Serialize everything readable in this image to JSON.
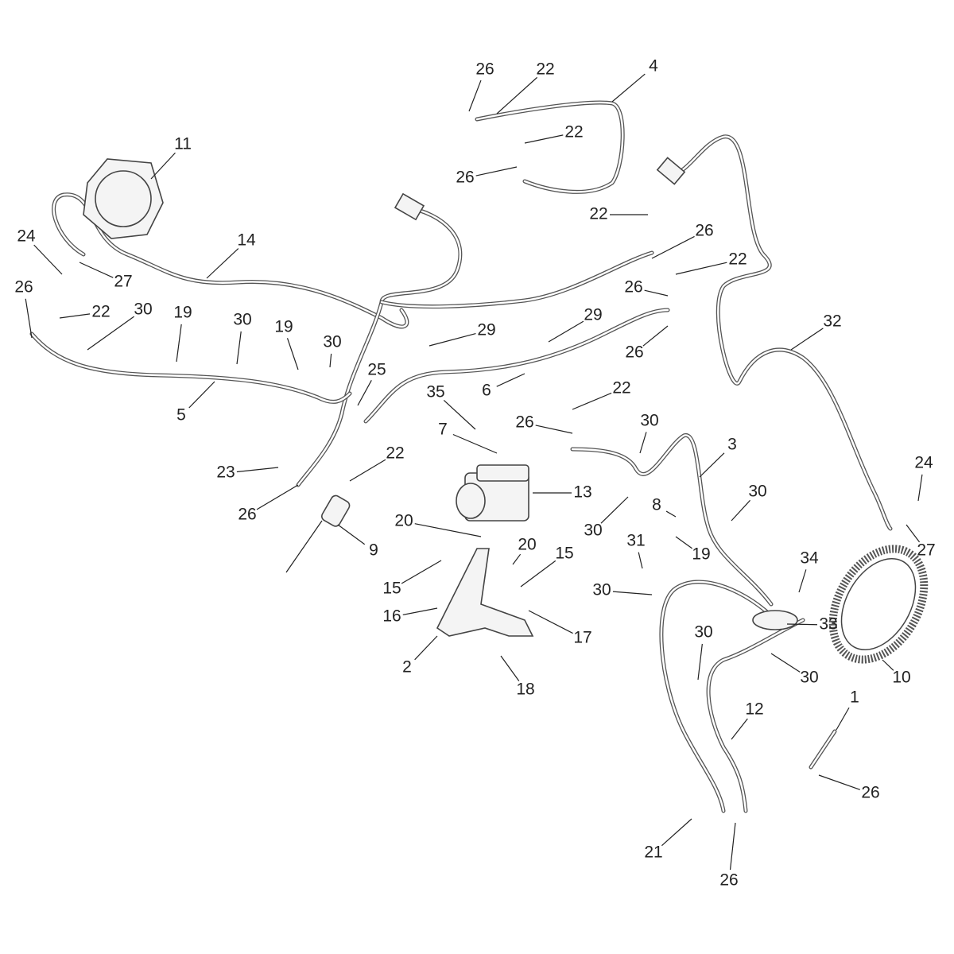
{
  "diagram": {
    "type": "exploded parts diagram",
    "callouts": [
      "26",
      "22",
      "4",
      "22",
      "26",
      "11",
      "24",
      "27",
      "14",
      "26",
      "22",
      "30",
      "19",
      "30",
      "19",
      "30",
      "29",
      "29",
      "22",
      "26",
      "22",
      "26",
      "26",
      "32",
      "5",
      "25",
      "6",
      "35",
      "7",
      "22",
      "26",
      "30",
      "3",
      "23",
      "26",
      "22",
      "13",
      "9",
      "8",
      "30",
      "30",
      "19",
      "24",
      "27",
      "20",
      "20",
      "15",
      "15",
      "16",
      "17",
      "2",
      "18",
      "31",
      "30",
      "34",
      "33",
      "10",
      "30",
      "30",
      "12",
      "1",
      "26",
      "21",
      "26"
    ]
  }
}
